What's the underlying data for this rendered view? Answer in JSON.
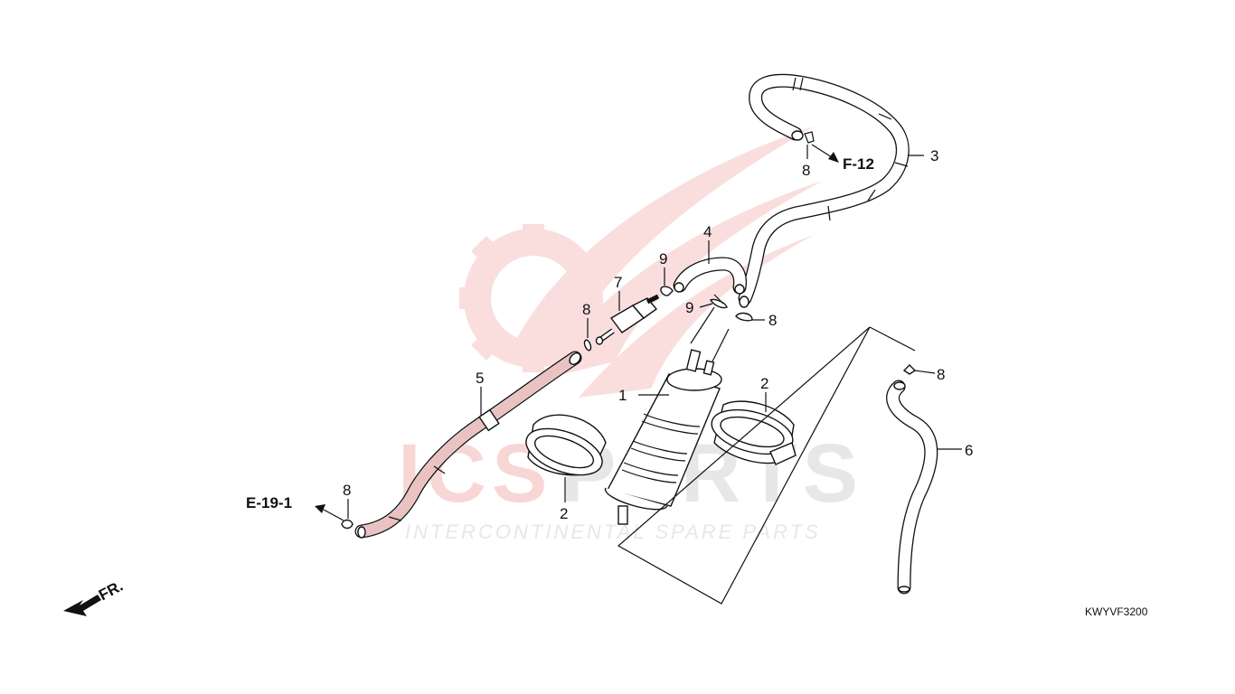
{
  "diagram": {
    "code": "KWYVF3200",
    "front_label": "FR.",
    "refs": {
      "f12": "F-12",
      "e191": "E-19-1"
    },
    "callouts": {
      "c1": "1",
      "c2a": "2",
      "c2b": "2",
      "c3": "3",
      "c4": "4",
      "c5": "5",
      "c6": "6",
      "c7": "7",
      "c8a": "8",
      "c8b": "8",
      "c8c": "8",
      "c8d": "8",
      "c8e": "8",
      "c9a": "9",
      "c9b": "9"
    }
  },
  "watermark": {
    "brand_ics": "ICS",
    "brand_parts": "PARTS",
    "tagline": "INTERCONTINENTAL SPARE PARTS",
    "colors": {
      "red": "#e23a3a",
      "grey": "#8a8a8a"
    }
  }
}
